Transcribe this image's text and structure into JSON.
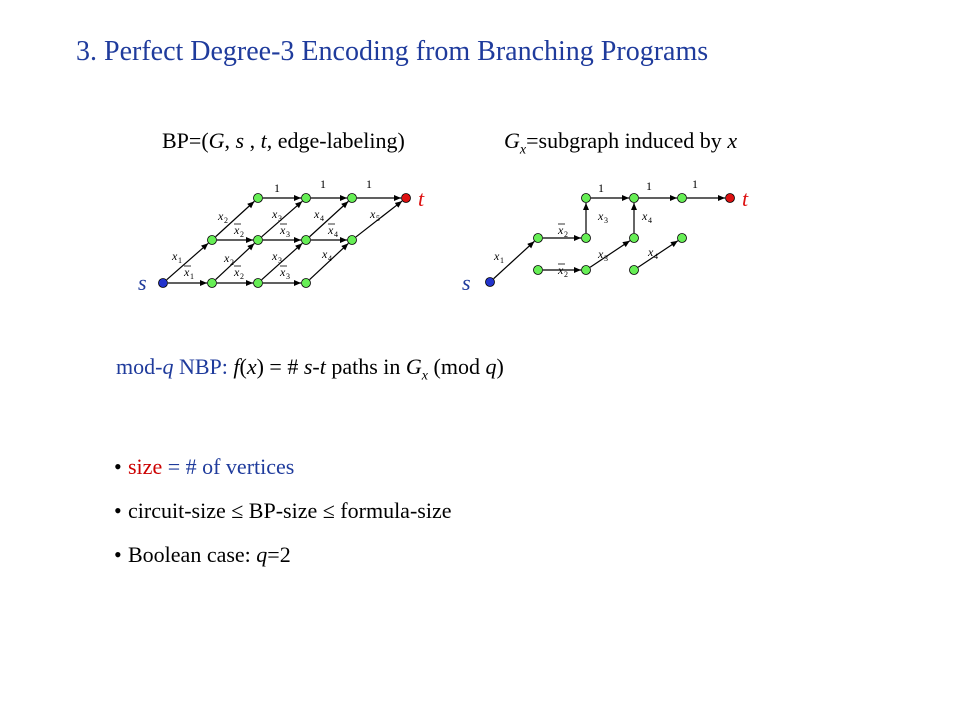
{
  "title": "3. Perfect Degree-3 Encoding from Branching Programs",
  "caption_left": {
    "prefix": "BP=(",
    "G": "G",
    "sep1": ", ",
    "s": "s",
    "sep2": " , ",
    "t": "t",
    "suffix": ", edge-labeling)"
  },
  "caption_right": {
    "G": "G",
    "sub_x": "x",
    "rest": "=subgraph induced by ",
    "x": "x"
  },
  "graph_labels": {
    "source": "s",
    "sink": "t",
    "one": "1",
    "x1": "x",
    "i1": "1",
    "i2": "2",
    "i3": "3",
    "i4": "4",
    "i5": "5"
  },
  "colors": {
    "title": "#1f3b9c",
    "node": "#66ee55",
    "source": "#2233cc",
    "sink": "#dd1111",
    "label_blue": "#1f3b9c"
  },
  "nbp": {
    "mod": "mod-",
    "q": "q",
    "nbp_rest": " NBP:  ",
    "f": "f",
    "paren_open": "(",
    "x": "x",
    "paren_close": ") = ",
    "hash": " # ",
    "s": "s",
    "dash": "-",
    "t": "t",
    "paths_in": " paths in ",
    "G": "G",
    "sub_x": "x",
    "mod_tail": "  (mod ",
    "q2": "q",
    "close": ")"
  },
  "bullets": [
    {
      "dot": "•",
      "highlight": "size",
      "rest": " = # of vertices"
    },
    {
      "dot": "•",
      "text": "circuit-size ≤  BP-size ≤ formula-size"
    },
    {
      "dot": "•",
      "text_a": "Boolean case:  ",
      "q": "q",
      "text_b": "=2"
    }
  ]
}
